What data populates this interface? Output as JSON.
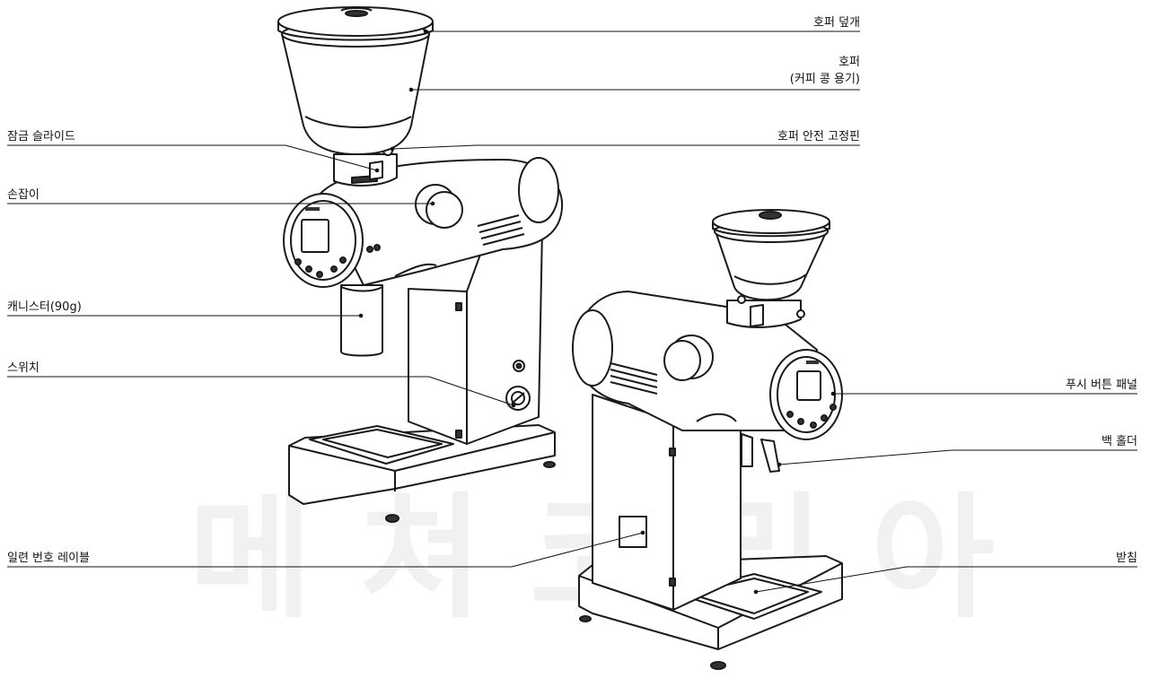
{
  "watermark": "메쳐코리아",
  "callouts": {
    "hopper_lid": "호퍼 덮개",
    "hopper_line1": "호퍼",
    "hopper_line2": "(커피 콩 용기)",
    "hopper_safety_pin": "호퍼 안전 고정핀",
    "lock_slide": "잠금 슬라이드",
    "handle": "손잡이",
    "canister": "캐니스터(90g)",
    "switch": "스위치",
    "push_button_panel": "푸시 버튼 패널",
    "bag_holder": "백 홀더",
    "serial_label": "일련 번호 레이블",
    "tray": "받침"
  }
}
